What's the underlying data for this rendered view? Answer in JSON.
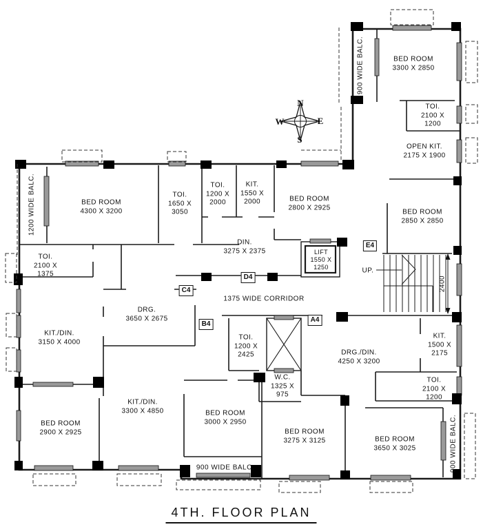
{
  "title": "4TH.  FLOOR  PLAN",
  "compass": {
    "n": "N",
    "e": "E",
    "s": "S",
    "w": "W"
  },
  "annotations": {
    "corridor": "1375  WIDE  CORRIDOR",
    "up": "UP.",
    "stair_dim": "2400",
    "grid": {
      "a4": "A4",
      "b4": "B4",
      "c4": "C4",
      "d4": "D4",
      "e4": "E4"
    }
  },
  "balconies": {
    "left": "1200  WIDE  BALC.",
    "top_right": "900  WIDE  BALC.",
    "bottom": "900  WIDE  BALC.",
    "right": "900  WIDE  BALC."
  },
  "rooms": [
    {
      "name": "BED  ROOM",
      "dims": "3300  X  2850"
    },
    {
      "name": "TOI.",
      "dims": "2100  X\n1200"
    },
    {
      "name": "OPEN  KIT.",
      "dims": "2175  X  1900"
    },
    {
      "name": "BED  ROOM",
      "dims": "2850  X  2850"
    },
    {
      "name": "BED  ROOM",
      "dims": "4300  X  3200"
    },
    {
      "name": "TOI.",
      "dims": "1650  X\n3050"
    },
    {
      "name": "TOI.",
      "dims": "1200  X\n2000"
    },
    {
      "name": "KIT.",
      "dims": "1550  X\n2000"
    },
    {
      "name": "BED  ROOM",
      "dims": "2800  X  2925"
    },
    {
      "name": "DIN.",
      "dims": "3275  X  2375"
    },
    {
      "name": "LIFT",
      "dims": "1550  X\n1250"
    },
    {
      "name": "TOI.",
      "dims": "2100  X\n1375"
    },
    {
      "name": "DRG.",
      "dims": "3650  X  2675"
    },
    {
      "name": "KIT./DIN.",
      "dims": "3150  X  4000"
    },
    {
      "name": "TOI.",
      "dims": "1200  X\n2425"
    },
    {
      "name": "W.C.",
      "dims": "1325  X\n975"
    },
    {
      "name": "DRG./DIN.",
      "dims": "4250  X  3200"
    },
    {
      "name": "KIT.",
      "dims": "1500  X\n2175"
    },
    {
      "name": "TOI.",
      "dims": "2100  X\n1200"
    },
    {
      "name": "BED  ROOM",
      "dims": "2900  X  2925"
    },
    {
      "name": "KIT./DIN.",
      "dims": "3300  X  4850"
    },
    {
      "name": "BED  ROOM",
      "dims": "3000  X  2950"
    },
    {
      "name": "BED  ROOM",
      "dims": "3275  X  3125"
    },
    {
      "name": "BED  ROOM",
      "dims": "3650  X  3025"
    }
  ]
}
